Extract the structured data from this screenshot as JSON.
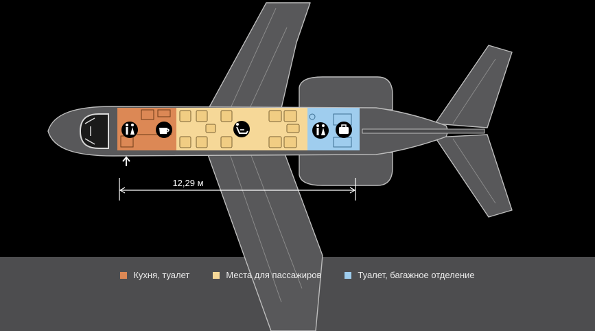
{
  "dimension": {
    "label": "12,29 м"
  },
  "zones": [
    {
      "key": "galley",
      "label": "Кухня, туалет",
      "color": "#dc8855"
    },
    {
      "key": "passengers",
      "label": "Места для пассажиров",
      "color": "#f6d898"
    },
    {
      "key": "rear",
      "label": "Туалет, багажное отделение",
      "color": "#9fcdee"
    }
  ],
  "colors": {
    "background": "#000000",
    "band": "#4d4d4f",
    "airframe": "#58585a",
    "airframe_outline": "#bcbcbc",
    "icon_badge": "#000000"
  },
  "icons": [
    "entry-arrow-icon",
    "restroom-icon",
    "coffee-cup-icon",
    "passenger-seat-icon",
    "luggage-icon"
  ]
}
